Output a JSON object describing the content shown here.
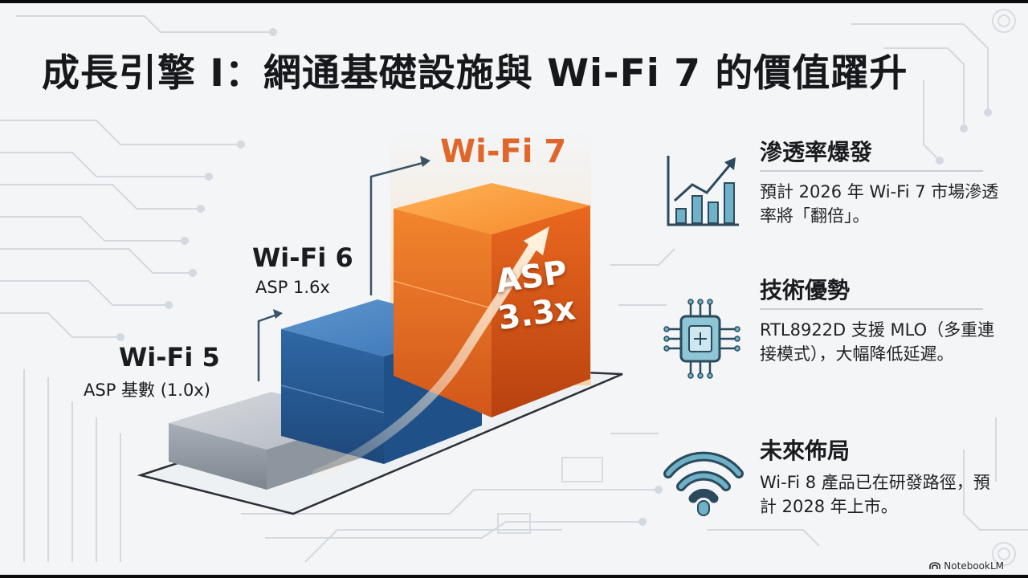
{
  "title": "成長引擎 I：網通基礎設施與 Wi-Fi 7 的價值躍升",
  "tiers": [
    {
      "name": "Wi-Fi 5",
      "asp_label": "ASP 基數 (1.0x)",
      "color": "#9ea5ad"
    },
    {
      "name": "Wi-Fi 6",
      "asp_label": "ASP 1.6x",
      "color": "#2f6aa8"
    },
    {
      "name": "Wi-Fi 7",
      "asp_label": "ASP",
      "asp_value": "3.3x",
      "color": "#f07a2a"
    }
  ],
  "panels": [
    {
      "icon": "chart-growth-icon",
      "heading": "滲透率爆發",
      "body": "預計 2026 年 Wi-Fi 7 市場滲透率將「翻倍」。"
    },
    {
      "icon": "chip-icon",
      "heading": "技術優勢",
      "body": "RTL8922D 支援 MLO（多重連接模式），大幅降低延遲。"
    },
    {
      "icon": "wifi-icon",
      "heading": "未來佈局",
      "body": "Wi-Fi 8 產品已在研發路徑，預計 2028 年上市。"
    }
  ],
  "brand": "NotebookLM",
  "colors": {
    "accent": "#e0662a",
    "icon_teal": "#4a90a4",
    "icon_dark": "#2b4a5c"
  }
}
